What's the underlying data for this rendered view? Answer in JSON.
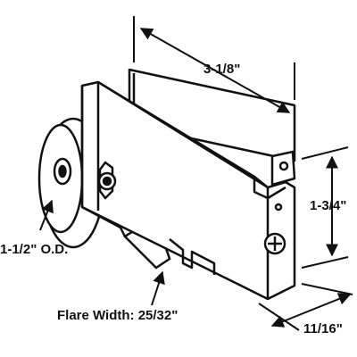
{
  "diagram": {
    "dimensions": {
      "length": "3-1/8\"",
      "height": "1-3/4\"",
      "depth": "11/16\"",
      "roller_od": "1-1/2\" O.D.",
      "flare_width": "Flare Width: 25/32\""
    },
    "colors": {
      "line": "#111111",
      "fill": "#ffffff"
    }
  }
}
